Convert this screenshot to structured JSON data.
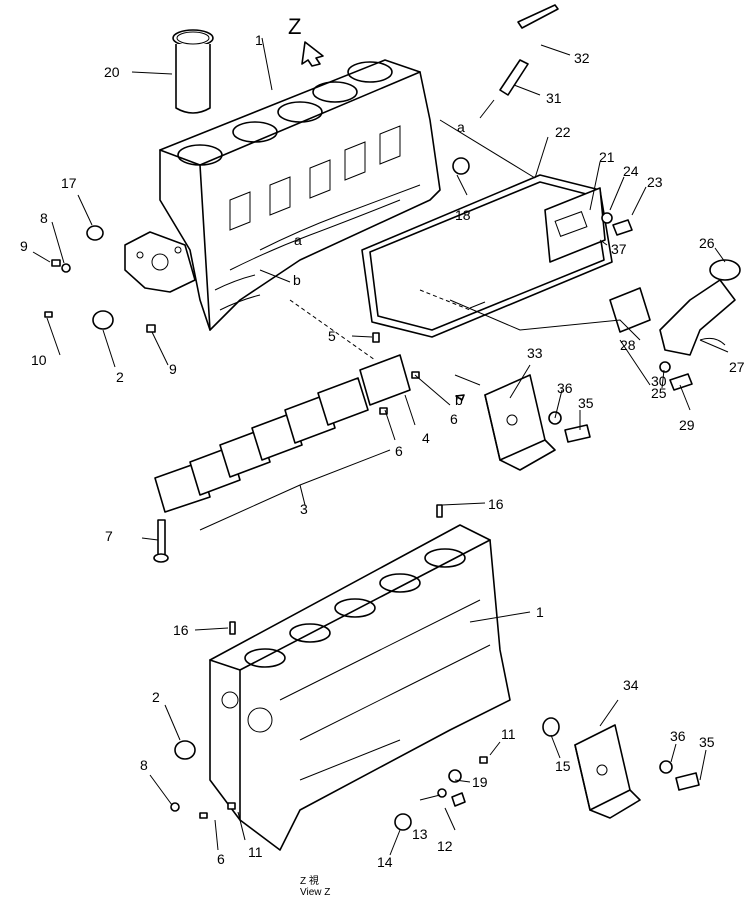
{
  "callouts": [
    {
      "id": "c1a",
      "text": "1"
    },
    {
      "id": "c20",
      "text": "20"
    },
    {
      "id": "cZ",
      "text": "Z"
    },
    {
      "id": "c32",
      "text": "32"
    },
    {
      "id": "c31",
      "text": "31"
    },
    {
      "id": "ca1",
      "text": "a"
    },
    {
      "id": "c22",
      "text": "22"
    },
    {
      "id": "c21",
      "text": "21"
    },
    {
      "id": "c24",
      "text": "24"
    },
    {
      "id": "c23",
      "text": "23"
    },
    {
      "id": "c17",
      "text": "17"
    },
    {
      "id": "c8a",
      "text": "8"
    },
    {
      "id": "c18",
      "text": "18"
    },
    {
      "id": "c37",
      "text": "37"
    },
    {
      "id": "c26",
      "text": "26"
    },
    {
      "id": "c9a",
      "text": "9"
    },
    {
      "id": "ca2",
      "text": "a"
    },
    {
      "id": "cb1",
      "text": "b"
    },
    {
      "id": "c10",
      "text": "10"
    },
    {
      "id": "c2a",
      "text": "2"
    },
    {
      "id": "c9b",
      "text": "9"
    },
    {
      "id": "c5",
      "text": "5"
    },
    {
      "id": "c28",
      "text": "28"
    },
    {
      "id": "c25",
      "text": "25"
    },
    {
      "id": "c27",
      "text": "27"
    },
    {
      "id": "c33",
      "text": "33"
    },
    {
      "id": "cb2",
      "text": "b"
    },
    {
      "id": "c36a",
      "text": "36"
    },
    {
      "id": "c35a",
      "text": "35"
    },
    {
      "id": "c30",
      "text": "30"
    },
    {
      "id": "c29",
      "text": "29"
    },
    {
      "id": "c6a",
      "text": "6"
    },
    {
      "id": "c4",
      "text": "4"
    },
    {
      "id": "c6b",
      "text": "6"
    },
    {
      "id": "c3",
      "text": "3"
    },
    {
      "id": "c16a",
      "text": "16"
    },
    {
      "id": "c7",
      "text": "7"
    },
    {
      "id": "c1b",
      "text": "1"
    },
    {
      "id": "c16b",
      "text": "16"
    },
    {
      "id": "c34",
      "text": "34"
    },
    {
      "id": "c2b",
      "text": "2"
    },
    {
      "id": "c11a",
      "text": "11"
    },
    {
      "id": "c36b",
      "text": "36"
    },
    {
      "id": "c35b",
      "text": "35"
    },
    {
      "id": "c15",
      "text": "15"
    },
    {
      "id": "c8b",
      "text": "8"
    },
    {
      "id": "c19",
      "text": "19"
    },
    {
      "id": "c13",
      "text": "13"
    },
    {
      "id": "c12",
      "text": "12"
    },
    {
      "id": "c6c",
      "text": "6"
    },
    {
      "id": "c11b",
      "text": "11"
    },
    {
      "id": "c14",
      "text": "14"
    }
  ],
  "caption": {
    "line1": "Z 視",
    "line2": "View Z"
  }
}
